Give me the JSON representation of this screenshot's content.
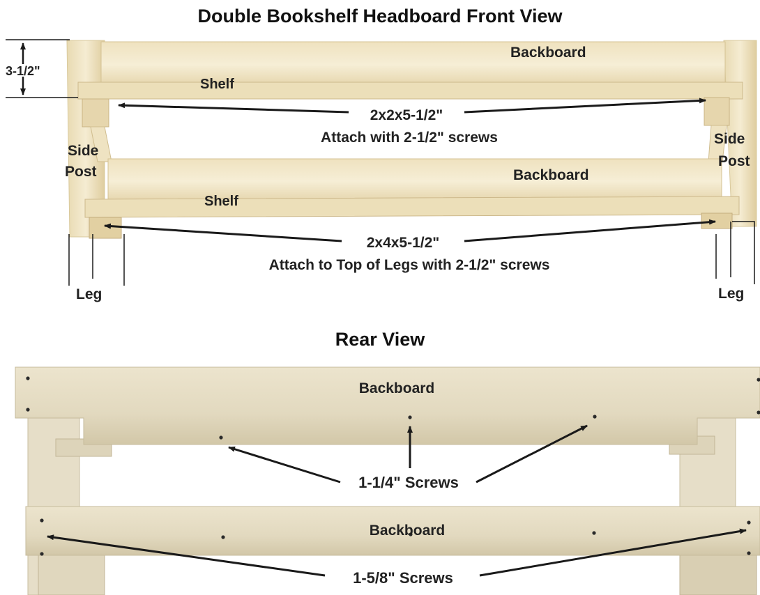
{
  "front": {
    "title": "Double Bookshelf Headboard Front View",
    "dimension": "3-1/2\"",
    "labels": {
      "backboard_top": "Backboard",
      "shelf_top": "Shelf",
      "block_top_size": "2x2x5-1/2\"",
      "block_top_note": "Attach with 2-1/2\" screws",
      "side_post_left_1": "Side",
      "side_post_left_2": "Post",
      "side_post_right_1": "Side",
      "side_post_right_2": "Post",
      "backboard_bottom": "Backboard",
      "shelf_bottom": "Shelf",
      "block_bottom_size": "2x4x5-1/2\"",
      "block_bottom_note": "Attach to Top of Legs with 2-1/2\" screws",
      "leg_left": "Leg",
      "leg_right": "Leg"
    }
  },
  "rear": {
    "title": "Rear View",
    "labels": {
      "backboard_top": "Backboard",
      "screws_top": "1-1/4\" Screws",
      "backboard_bottom": "Backboard",
      "screws_bottom": "1-5/8\" Screws"
    }
  },
  "colors": {
    "wood_light": "#f3e9cc",
    "wood_mid": "#e6d6ad",
    "wood_shadow": "#cdb98c",
    "rear_wood": "#e4dcc5",
    "rear_shadow": "#c7bd9f",
    "ink": "#1a1a1a"
  }
}
